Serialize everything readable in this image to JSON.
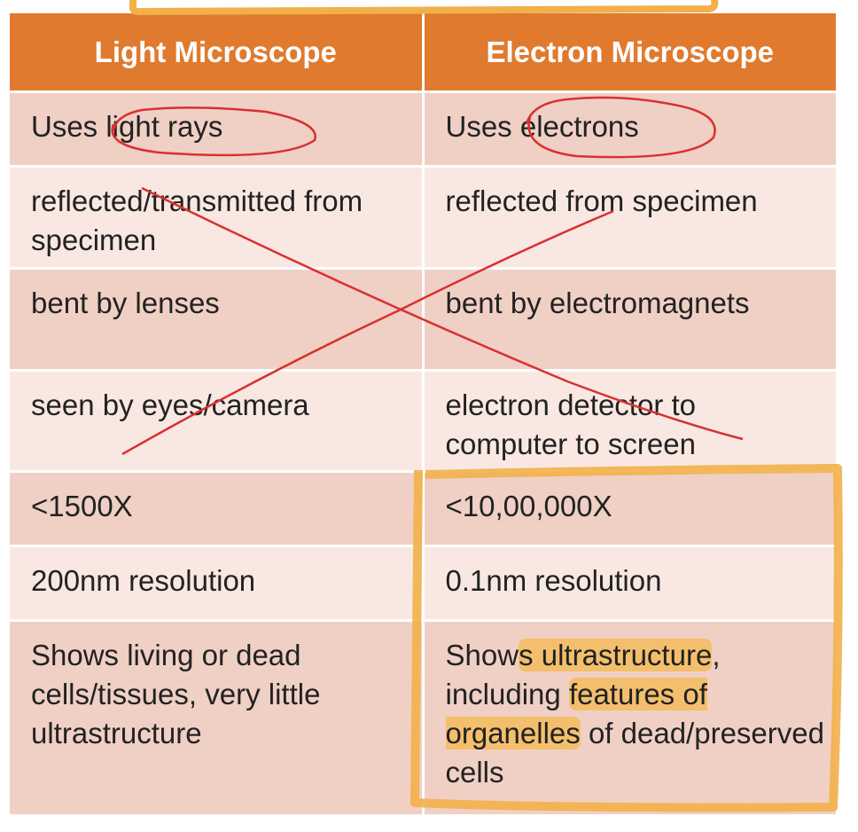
{
  "headers": [
    "Light Microscope",
    "Electron Microscope"
  ],
  "rows": [
    {
      "left": "Uses light rays",
      "right": "Uses electrons"
    },
    {
      "left": "reflected/transmitted from specimen",
      "right": "reflected from specimen"
    },
    {
      "left": "bent by lenses",
      "right": "bent by electromagnets"
    },
    {
      "left": "seen by eyes/camera",
      "right": "electron detector to computer to screen"
    },
    {
      "left": "<1500X",
      "right": "<10,00,000X"
    },
    {
      "left": "200nm resolution",
      "right": "0.1nm resolution"
    },
    {
      "left": "Shows  living or dead cells/tissues, very little ultrastructure",
      "right_parts": {
        "p1": "Show",
        "h1": "s ultrastructure",
        "p2": ", including ",
        "h2": "features of organelles",
        "p3": " of dead/preserved cells"
      }
    }
  ],
  "colors": {
    "header": "#e07a2e",
    "row_dark": "#f0d0c4",
    "row_light": "#f9e8e2",
    "ink_red": "#d93030",
    "highlight": "#f5b950"
  }
}
